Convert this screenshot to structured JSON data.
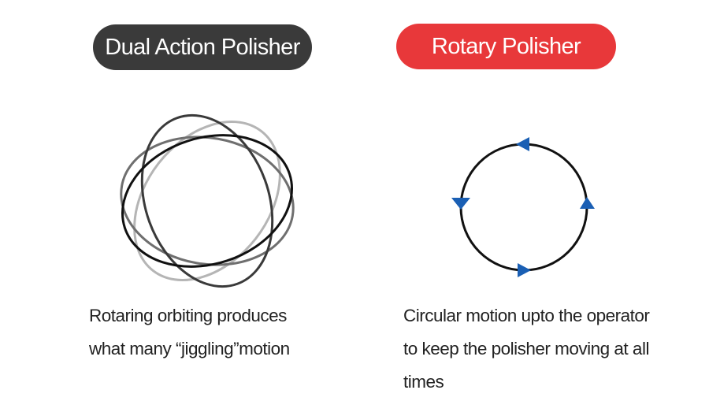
{
  "left_panel": {
    "title": "Dual Action Polisher",
    "title_bg": "#3a3a3a",
    "diagram": "overlapping-orbit-ellipses",
    "caption_lines": [
      "Rotaring  orbiting produces",
      "what many “jiggling”motion"
    ]
  },
  "right_panel": {
    "title": "Rotary Polisher",
    "title_bg": "#e8383a",
    "diagram": "circle-with-direction-arrows",
    "arrow_color": "#1a5fb4",
    "caption_lines": [
      "Circular  motion upto the operator",
      "to keep the polisher moving at all",
      "times"
    ]
  }
}
